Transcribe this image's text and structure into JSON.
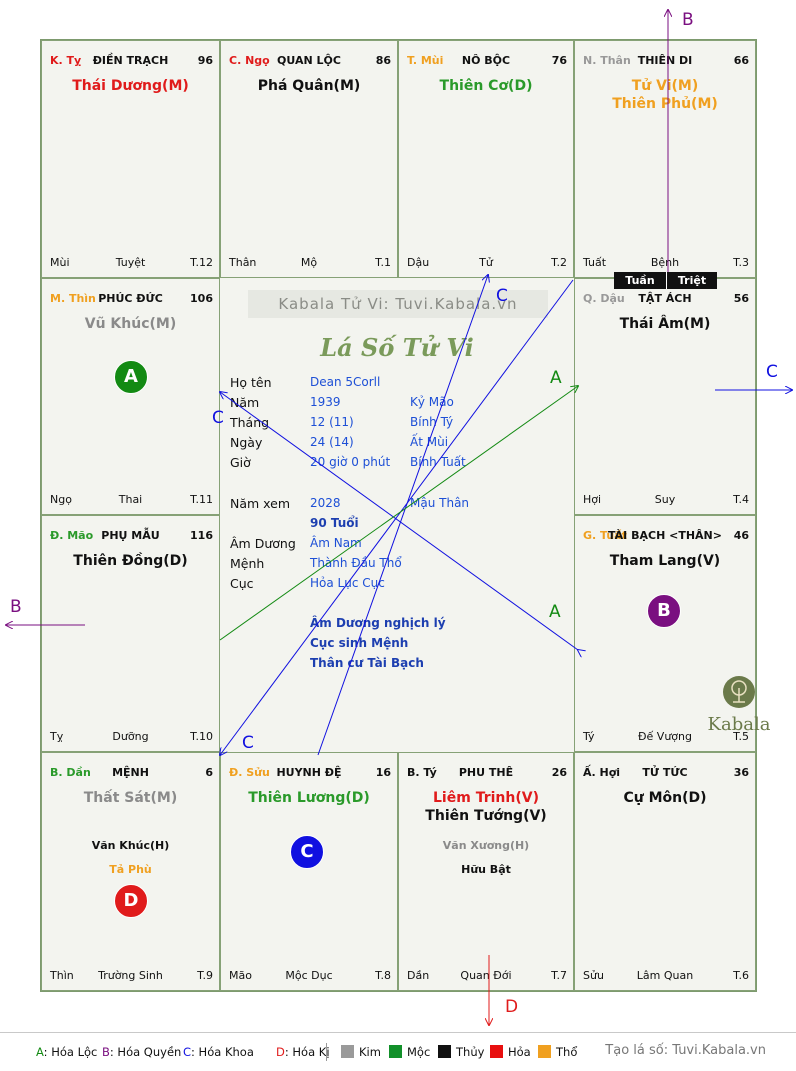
{
  "palaces": [
    {
      "id": "dien-trach",
      "branch": "K. Tỵ",
      "branch_color": "#e01b1b",
      "name": "ĐIỀN TRẠCH",
      "score": "96",
      "stars": [
        {
          "text": "Thái Dương(M)",
          "color": "#e01b1b"
        }
      ],
      "minor": [],
      "bottom_left": "Mùi",
      "bottom_center": "Tuyệt",
      "bottom_right": "T.12"
    },
    {
      "id": "quan-loc",
      "branch": "C. Ngọ",
      "branch_color": "#e01b1b",
      "name": "QUAN LỘC",
      "score": "86",
      "stars": [
        {
          "text": "Phá Quân(M)",
          "color": "#111111"
        }
      ],
      "minor": [],
      "bottom_left": "Thân",
      "bottom_center": "Mộ",
      "bottom_right": "T.1"
    },
    {
      "id": "no-boc",
      "branch": "T. Mùi",
      "branch_color": "#f0a020",
      "name": "NÔ BỘC",
      "score": "76",
      "stars": [
        {
          "text": "Thiên Cơ(D)",
          "color": "#2a9a2a"
        }
      ],
      "minor": [],
      "bottom_left": "Dậu",
      "bottom_center": "Tử",
      "bottom_right": "T.2"
    },
    {
      "id": "thien-di",
      "branch": "N. Thân",
      "branch_color": "#999999",
      "name": "THIÊN DI",
      "score": "66",
      "stars": [
        {
          "text": "Tử Vi(M)",
          "color": "#f0a020"
        },
        {
          "text": "Thiên Phủ(M)",
          "color": "#f0a020"
        }
      ],
      "minor": [],
      "bottom_left": "Tuất",
      "bottom_center": "Bệnh",
      "bottom_right": "T.3"
    },
    {
      "id": "phuc-duc",
      "branch": "M. Thìn",
      "branch_color": "#f0a020",
      "name": "PHÚC ĐỨC",
      "score": "106",
      "stars": [
        {
          "text": "Vũ Khúc(M)",
          "color": "#8a8a8a"
        }
      ],
      "minor": [],
      "bottom_left": "Ngọ",
      "bottom_center": "Thai",
      "bottom_right": "T.11"
    },
    {
      "id": "tat-ach",
      "branch": "Q. Dậu",
      "branch_color": "#999999",
      "name": "TẬT ÁCH",
      "score": "56",
      "stars": [
        {
          "text": "Thái Âm(M)",
          "color": "#111111"
        }
      ],
      "minor": [],
      "bottom_left": "Hợi",
      "bottom_center": "Suy",
      "bottom_right": "T.4"
    },
    {
      "id": "phu-mau",
      "branch": "Đ. Mão",
      "branch_color": "#2a9a2a",
      "name": "PHỤ MẪU",
      "score": "116",
      "stars": [
        {
          "text": "Thiên Đồng(D)",
          "color": "#111111"
        }
      ],
      "minor": [],
      "bottom_left": "Tỵ",
      "bottom_center": "Dưỡng",
      "bottom_right": "T.10"
    },
    {
      "id": "tai-bach",
      "branch": "G. Tuất",
      "branch_color": "#f0a020",
      "name": "TÀI BẠCH <THÂN>",
      "score": "46",
      "stars": [
        {
          "text": "Tham Lang(V)",
          "color": "#111111"
        }
      ],
      "minor": [],
      "bottom_left": "Tý",
      "bottom_center": "Đế Vượng",
      "bottom_right": "T.5"
    },
    {
      "id": "menh",
      "branch": "B. Dần",
      "branch_color": "#2a9a2a",
      "name": "MỆNH",
      "score": "6",
      "stars": [
        {
          "text": "Thất Sát(M)",
          "color": "#8a8a8a"
        }
      ],
      "minor": [
        {
          "text": "Văn Khúc(H)",
          "color": "#111111"
        },
        {
          "text": "Tả Phù",
          "color": "#f0a020"
        }
      ],
      "bottom_left": "Thìn",
      "bottom_center": "Trường Sinh",
      "bottom_right": "T.9"
    },
    {
      "id": "huynh-de",
      "branch": "Đ. Sửu",
      "branch_color": "#f0a020",
      "name": "HUYNH ĐỆ",
      "score": "16",
      "stars": [
        {
          "text": "Thiên Lương(D)",
          "color": "#2a9a2a"
        }
      ],
      "minor": [],
      "bottom_left": "Mão",
      "bottom_center": "Mộc Dục",
      "bottom_right": "T.8"
    },
    {
      "id": "phu-the",
      "branch": "B. Tý",
      "branch_color": "#111111",
      "name": "PHU THÊ",
      "score": "26",
      "stars": [
        {
          "text": "Liêm Trinh(V)",
          "color": "#e01b1b"
        },
        {
          "text": "Thiên Tướng(V)",
          "color": "#111111"
        }
      ],
      "minor": [
        {
          "text": "Văn Xương(H)",
          "color": "#8a8a8a"
        },
        {
          "text": "Hữu Bật",
          "color": "#111111"
        }
      ],
      "bottom_left": "Dần",
      "bottom_center": "Quan Đới",
      "bottom_right": "T.7"
    },
    {
      "id": "tu-tuc",
      "branch": "Ấ. Hợi",
      "branch_color": "#111111",
      "name": "TỬ TỨC",
      "score": "36",
      "stars": [
        {
          "text": "Cự Môn(D)",
          "color": "#111111"
        }
      ],
      "minor": [],
      "bottom_left": "Sửu",
      "bottom_center": "Lâm Quan",
      "bottom_right": "T.6"
    }
  ],
  "tuan_triet": {
    "tuan": "Tuần",
    "triet": "Triệt"
  },
  "center": {
    "watermark": "Kabala Tử Vi: Tuvi.Kabala.vn",
    "title": "Lá Số Tử Vi",
    "rows": [
      {
        "label": "Họ tên",
        "value": "Dean 5Corll",
        "extra": ""
      },
      {
        "label": "Năm",
        "value": "1939",
        "extra": "Kỷ Mão"
      },
      {
        "label": "Tháng",
        "value": "12  (11)",
        "extra": "Bính Tý"
      },
      {
        "label": "Ngày",
        "value": "24  (14)",
        "extra": "Ất Mùi"
      },
      {
        "label": "Giờ",
        "value": "20 giờ 0 phút",
        "extra": "Bính Tuất"
      }
    ],
    "nam_xem": {
      "label": "Năm xem",
      "value": "2028",
      "extra": "Mậu Thân",
      "age": "90 Tuổi"
    },
    "rows2": [
      {
        "label": "Âm Dương",
        "value": "Âm Nam"
      },
      {
        "label": "Mệnh",
        "value": "Thành Đầu Thổ"
      },
      {
        "label": "Cục",
        "value": "Hỏa Lục Cục"
      }
    ],
    "notes": [
      "Âm Dương nghịch lý",
      "Cục sinh Mệnh",
      "Thân cư Tài Bạch"
    ],
    "brand": "Kabala"
  },
  "badges": [
    {
      "letter": "A",
      "color": "#138a13"
    },
    {
      "letter": "B",
      "color": "#7a0f80"
    },
    {
      "letter": "C",
      "color": "#1010e0"
    },
    {
      "letter": "D",
      "color": "#e01b1b"
    }
  ],
  "legend": {
    "hoa": [
      {
        "key": "A",
        "label": ": Hóa Lộc",
        "color": "#138a13"
      },
      {
        "key": "B",
        "label": ": Hóa Quyền",
        "color": "#7a0f80"
      },
      {
        "key": "C",
        "label": ": Hóa Khoa",
        "color": "#1010e0"
      },
      {
        "key": "D",
        "label": ": Hóa Kị",
        "color": "#e01b1b"
      }
    ],
    "elements": [
      {
        "label": "Kim",
        "color": "#9a9a9a"
      },
      {
        "label": "Mộc",
        "color": "#12902a"
      },
      {
        "label": "Thủy",
        "color": "#111111"
      },
      {
        "label": "Hỏa",
        "color": "#e80f0f"
      },
      {
        "label": "Thổ",
        "color": "#f0a020"
      }
    ],
    "site": "Tạo lá số: Tuvi.Kabala.vn"
  }
}
